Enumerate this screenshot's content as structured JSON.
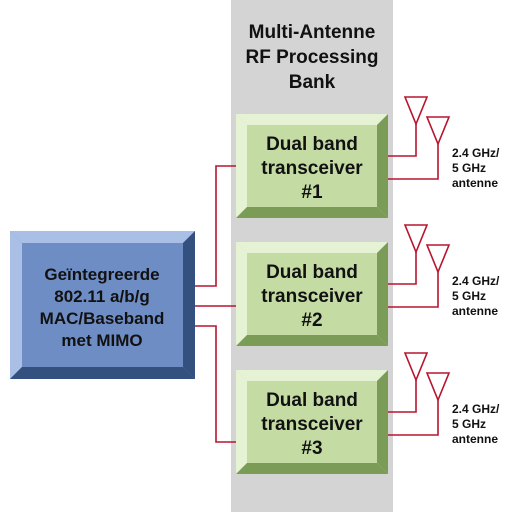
{
  "colors": {
    "bank_background": "#d4d4d4",
    "mac_face": "#6f8dc5",
    "mac_bevel_light": "#a9bfe5",
    "mac_bevel_dark": "#34507f",
    "transceiver_face": "#c4dca4",
    "transceiver_bevel_light": "#e6f2d4",
    "transceiver_bevel_dark": "#7b9c57",
    "wire": "#b8152f",
    "text": "#111111"
  },
  "rf_bank": {
    "title_lines": [
      "Multi-Antenne",
      "RF Processing",
      "Bank"
    ]
  },
  "mac_block": {
    "lines": [
      "Geïntegreerde",
      "802.11 a/b/g",
      "MAC/Baseband",
      "met MIMO"
    ]
  },
  "transceivers": [
    {
      "lines": [
        "Dual band",
        "transceiver",
        "#1"
      ],
      "antenna_lines": [
        "2.4 GHz/",
        "5 GHz",
        "antenne"
      ]
    },
    {
      "lines": [
        "Dual band",
        "transceiver",
        "#2"
      ],
      "antenna_lines": [
        "2.4 GHz/",
        "5 GHz",
        "antenne"
      ]
    },
    {
      "lines": [
        "Dual band",
        "transceiver",
        "#3"
      ],
      "antenna_lines": [
        "2.4 GHz/",
        "5 GHz",
        "antenne"
      ]
    }
  ],
  "icons": {
    "antenna": "antenna-icon"
  }
}
